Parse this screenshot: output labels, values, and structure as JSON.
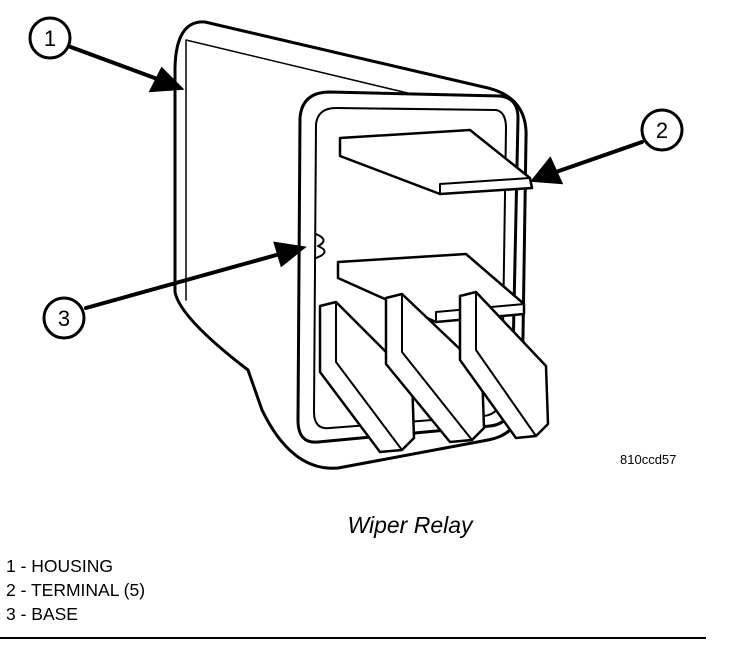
{
  "figure_code": "810ccd57",
  "caption": "Wiper Relay",
  "callouts": [
    {
      "number": "1"
    },
    {
      "number": "2"
    },
    {
      "number": "3"
    }
  ],
  "legend": [
    "1 - HOUSING",
    "2 - TERMINAL (5)",
    "3 - BASE"
  ]
}
